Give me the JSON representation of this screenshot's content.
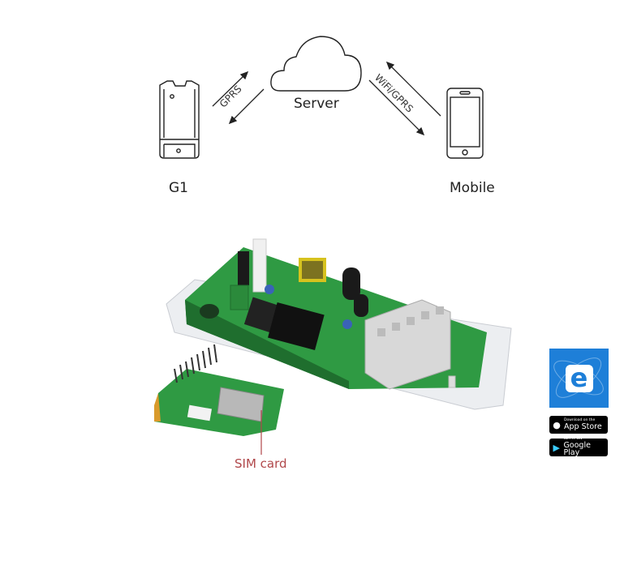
{
  "diagram": {
    "nodes": {
      "device": "G1",
      "server": "Server",
      "mobile": "Mobile"
    },
    "links": {
      "device_server": "GPRS",
      "server_mobile": "WiFi/GPRS"
    }
  },
  "photo": {
    "callout": "SIM card",
    "callout_color": "#b0474a"
  },
  "app": {
    "icon_letter": "e",
    "app_store": {
      "small": "Download on the",
      "big": "App Store"
    },
    "google_play": {
      "small": "GET IT ON",
      "big": "Google Play"
    },
    "brand_color": "#1e7fd8"
  }
}
